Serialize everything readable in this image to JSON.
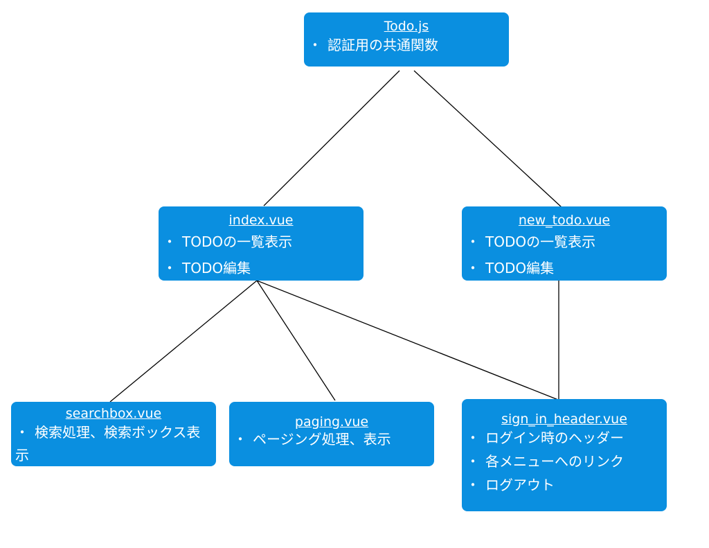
{
  "nodes": {
    "todo": {
      "title": "Todo.js",
      "items": [
        "認証用の共通関数"
      ]
    },
    "index": {
      "title": "index.vue",
      "items": [
        "TODOの一覧表示",
        "TODO編集"
      ]
    },
    "new_todo": {
      "title": "new_todo.vue",
      "items": [
        "TODOの一覧表示",
        "TODO編集"
      ]
    },
    "searchbox": {
      "title": "searchbox.vue",
      "items": [
        "検索処理、検索ボックス表示"
      ]
    },
    "paging": {
      "title": "paging.vue",
      "items": [
        "ページング処理、表示"
      ]
    },
    "sign_in_header": {
      "title": "sign_in_header.vue",
      "items": [
        "ログイン時のヘッダー",
        "各メニューへのリンク",
        "ログアウト"
      ]
    }
  },
  "bullet": "・",
  "colors": {
    "box": "#0a8fe0",
    "text": "#ffffff",
    "line": "#000000"
  }
}
